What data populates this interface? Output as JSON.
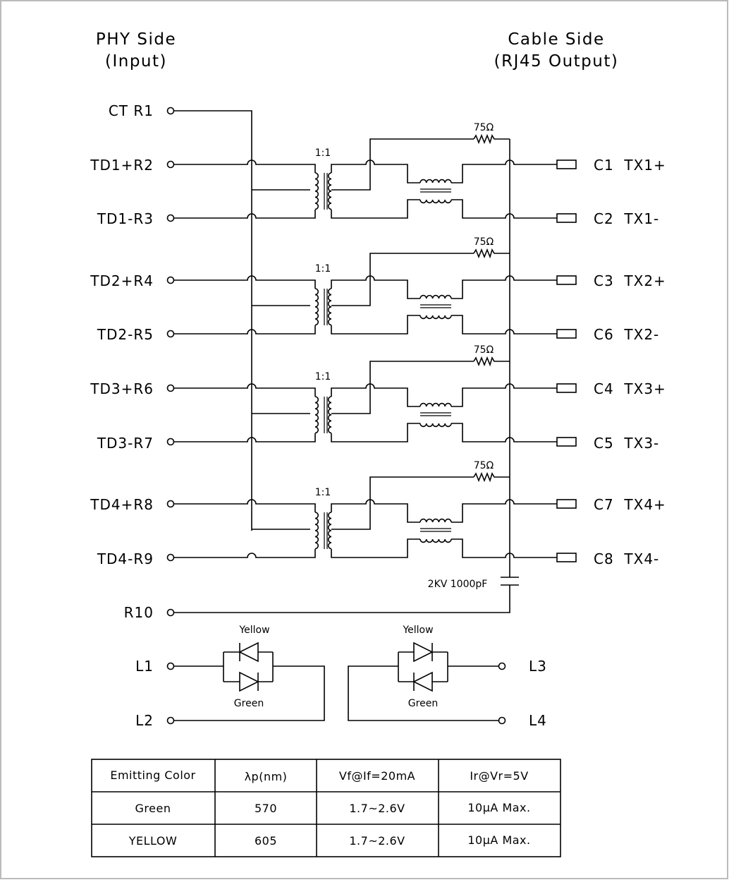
{
  "headers": {
    "left_line1": "PHY Side",
    "left_line2": "(Input)",
    "right_line1": "Cable Side",
    "right_line2": "(RJ45 Output)"
  },
  "phy_pins": {
    "ct": "CT R1",
    "td1p": "TD1+R2",
    "td1n": "TD1-R3",
    "td2p": "TD2+R4",
    "td2n": "TD2-R5",
    "td3p": "TD3+R6",
    "td3n": "TD3-R7",
    "td4p": "TD4+R8",
    "td4n": "TD4-R9",
    "r10": "R10"
  },
  "cable_pins": {
    "c1": "C1  TX1+",
    "c2": "C2  TX1-",
    "c3": "C3  TX2+",
    "c6": "C6  TX2-",
    "c4": "C4  TX3+",
    "c5": "C5  TX3-",
    "c7": "C7  TX4+",
    "c8": "C8  TX4-"
  },
  "transformer_ratio": "1:1",
  "resistor_value": "75Ω",
  "capacitor_label": "2KV 1000pF",
  "led_pins": {
    "l1": "L1",
    "l2": "L2",
    "l3": "L3",
    "l4": "L4"
  },
  "led_left": {
    "top": "Yellow",
    "bottom": "Green"
  },
  "led_right": {
    "top": "Yellow",
    "bottom": "Green"
  },
  "table": {
    "headers": [
      "Emitting Color",
      "λp(nm)",
      "Vf@If=20mA",
      "Ir@Vr=5V"
    ],
    "rows": [
      [
        "Green",
        "570",
        "1.7~2.6V",
        "10μA Max."
      ],
      [
        "YELLOW",
        "605",
        "1.7~2.6V",
        "10μA Max."
      ]
    ]
  }
}
